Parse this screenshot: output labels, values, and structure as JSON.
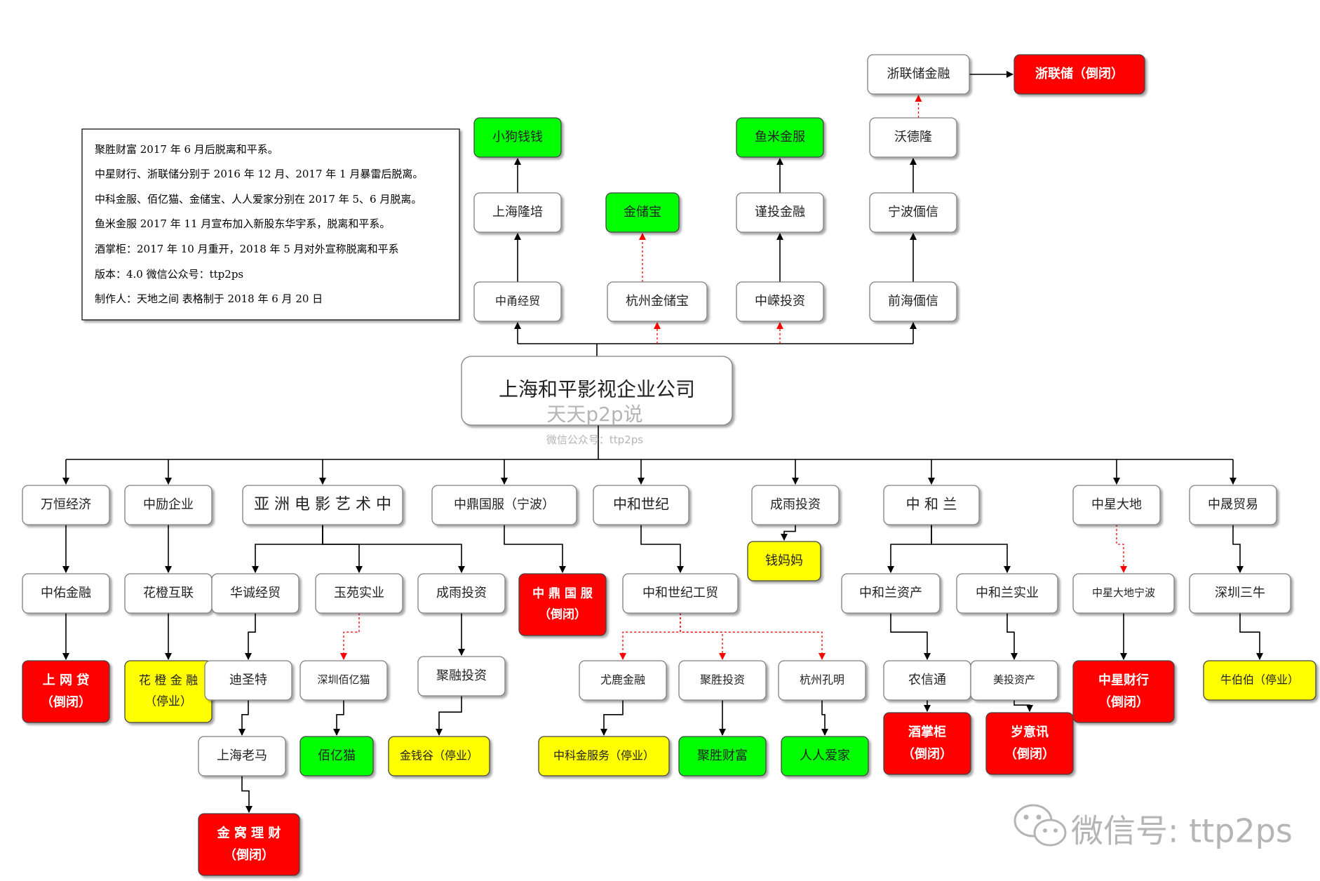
{
  "colors": {
    "red": "#ff0000",
    "green": "#00ff00",
    "yellow": "#ffff00",
    "box_border": "#7f7f7f",
    "dashed_arrow": "#ff0000",
    "watermark": "#b5b5b5"
  },
  "notes": [
    "聚胜财富 2017 年 6 月后脱离和平系。",
    "中星财行、浙联储分别于 2016 年 12 月、2017 年 1 月暴雷后脱离。",
    "中科金服、佰亿猫、金储宝、人人爱家分别在 2017 年 5、6 月脱离。",
    "鱼米金服 2017 年 11 月宣布加入新股东华宇系，脱离和平系。",
    "酒掌柜：2017 年 10 月重开，2018 年 5 月对外宣称脱离和平系",
    "版本：4.0 微信公众号：ttp2ps",
    "制作人：天地之间 表格制于 2018 年 6 月 20 日"
  ],
  "watermark": {
    "center_line1": "天天p2p说",
    "center_line2": "微信公众号：ttp2ps",
    "corner": "微信号: ttp2ps",
    "corner_icon": "wechat-icon"
  },
  "nodes": [
    {
      "id": "root",
      "lines": [
        "上海和平影视企业公司"
      ],
      "status": "root"
    },
    {
      "id": "xiaogou",
      "lines": [
        "小狗钱钱"
      ],
      "status": "green"
    },
    {
      "id": "shlongpei",
      "lines": [
        "上海隆培"
      ],
      "status": "normal"
    },
    {
      "id": "zhongyong",
      "lines": [
        "中甬经贸"
      ],
      "status": "normal"
    },
    {
      "id": "jinchubao",
      "lines": [
        "金储宝"
      ],
      "status": "green"
    },
    {
      "id": "hzjinchubao",
      "lines": [
        "杭州金储宝"
      ],
      "status": "normal"
    },
    {
      "id": "yumi",
      "lines": [
        "鱼米金服"
      ],
      "status": "green"
    },
    {
      "id": "jintou",
      "lines": [
        "谨投金融"
      ],
      "status": "normal"
    },
    {
      "id": "zhongsheng",
      "lines": [
        "中嵘投资"
      ],
      "status": "normal"
    },
    {
      "id": "zhelianchu",
      "lines": [
        "浙联储金融"
      ],
      "status": "normal"
    },
    {
      "id": "zhelianchu2",
      "lines": [
        "浙联储（倒闭）"
      ],
      "status": "red"
    },
    {
      "id": "wodelong",
      "lines": [
        "沃德隆"
      ],
      "status": "normal"
    },
    {
      "id": "nbzhixin",
      "lines": [
        "宁波偭信"
      ],
      "status": "normal"
    },
    {
      "id": "qhzhixin",
      "lines": [
        "前海偭信"
      ],
      "status": "normal"
    },
    {
      "id": "wanheng",
      "lines": [
        "万恒经济"
      ],
      "status": "normal"
    },
    {
      "id": "zhongyou",
      "lines": [
        "中佑金融"
      ],
      "status": "normal"
    },
    {
      "id": "shangwangdai",
      "lines": [
        "上 网 贷",
        "（倒闭）"
      ],
      "status": "red"
    },
    {
      "id": "zhongli",
      "lines": [
        "中励企业"
      ],
      "status": "normal"
    },
    {
      "id": "huacheng",
      "lines": [
        "花橙互联"
      ],
      "status": "normal"
    },
    {
      "id": "huachengjr",
      "lines": [
        "花 橙 金 融",
        "（停业）"
      ],
      "status": "yellow"
    },
    {
      "id": "yazhou",
      "lines": [
        "亚 洲 电 影 艺 术 中"
      ],
      "status": "normal"
    },
    {
      "id": "huacheng_jm",
      "lines": [
        "华诚经贸"
      ],
      "status": "normal"
    },
    {
      "id": "dishengte",
      "lines": [
        "迪圣特"
      ],
      "status": "normal"
    },
    {
      "id": "shlaoma",
      "lines": [
        "上海老马"
      ],
      "status": "normal"
    },
    {
      "id": "jinwo",
      "lines": [
        "金 窝 理 财",
        "（倒闭）"
      ],
      "status": "red"
    },
    {
      "id": "yuyuan",
      "lines": [
        "玉苑实业"
      ],
      "status": "normal"
    },
    {
      "id": "szbaiyimao",
      "lines": [
        "深圳佰亿猫"
      ],
      "status": "normal"
    },
    {
      "id": "baiyimao",
      "lines": [
        "佰亿猫"
      ],
      "status": "green"
    },
    {
      "id": "chengyu1",
      "lines": [
        "成雨投资"
      ],
      "status": "normal"
    },
    {
      "id": "jurong",
      "lines": [
        "聚融投资"
      ],
      "status": "normal"
    },
    {
      "id": "jinqiangu",
      "lines": [
        "金钱谷（停业）"
      ],
      "status": "yellow"
    },
    {
      "id": "zhongding",
      "lines": [
        "中鼎国服（宁波）"
      ],
      "status": "normal"
    },
    {
      "id": "zhongding2",
      "lines": [
        "中 鼎 国 服",
        "（倒闭）"
      ],
      "status": "red"
    },
    {
      "id": "zhonghe",
      "lines": [
        "中和世纪"
      ],
      "status": "normal"
    },
    {
      "id": "zhonghegm",
      "lines": [
        "中和世纪工贸"
      ],
      "status": "normal"
    },
    {
      "id": "youlu",
      "lines": [
        "尤鹿金融"
      ],
      "status": "normal"
    },
    {
      "id": "zhongke",
      "lines": [
        "中科金服务（停业）"
      ],
      "status": "yellow"
    },
    {
      "id": "jushengtz",
      "lines": [
        "聚胜投资"
      ],
      "status": "normal"
    },
    {
      "id": "jushengcf",
      "lines": [
        "聚胜财富"
      ],
      "status": "green"
    },
    {
      "id": "hzkongming",
      "lines": [
        "杭州孔明"
      ],
      "status": "normal"
    },
    {
      "id": "renrenaijia",
      "lines": [
        "人人爱家"
      ],
      "status": "green"
    },
    {
      "id": "chengyu2",
      "lines": [
        "成雨投资"
      ],
      "status": "normal"
    },
    {
      "id": "qianmama",
      "lines": [
        "钱妈妈"
      ],
      "status": "yellow"
    },
    {
      "id": "zhonghelan",
      "lines": [
        "中  和  兰"
      ],
      "status": "normal"
    },
    {
      "id": "zhlzichan",
      "lines": [
        "中和兰资产"
      ],
      "status": "normal"
    },
    {
      "id": "nongxintong",
      "lines": [
        "农信通"
      ],
      "status": "normal"
    },
    {
      "id": "jiuzhanggui",
      "lines": [
        "酒掌柜",
        "（倒闭）"
      ],
      "status": "red"
    },
    {
      "id": "zhlshiye",
      "lines": [
        "中和兰实业"
      ],
      "status": "normal"
    },
    {
      "id": "meitou",
      "lines": [
        "美投资产"
      ],
      "status": "normal"
    },
    {
      "id": "suiyixun",
      "lines": [
        "岁意讯",
        "（倒闭）"
      ],
      "status": "red"
    },
    {
      "id": "zhongxingdd",
      "lines": [
        "中星大地"
      ],
      "status": "normal"
    },
    {
      "id": "zxddnb",
      "lines": [
        "中星大地宁波"
      ],
      "status": "normal"
    },
    {
      "id": "zhongxingcx",
      "lines": [
        "中星财行",
        "（倒闭）"
      ],
      "status": "red"
    },
    {
      "id": "zhongsheng_my",
      "lines": [
        "中晟贸易"
      ],
      "status": "normal"
    },
    {
      "id": "szsanniu",
      "lines": [
        "深圳三牛"
      ],
      "status": "normal"
    },
    {
      "id": "niubobo",
      "lines": [
        "牛伯伯（停业）"
      ],
      "status": "yellow"
    }
  ],
  "edges": [
    {
      "from": "root",
      "to": "zhongyong",
      "style": "solid"
    },
    {
      "from": "root",
      "to": "hzjinchubao",
      "style": "dashed"
    },
    {
      "from": "root",
      "to": "zhongsheng",
      "style": "dashed"
    },
    {
      "from": "root",
      "to": "qhzhixin",
      "style": "solid"
    },
    {
      "from": "zhongyong",
      "to": "shlongpei",
      "style": "solid"
    },
    {
      "from": "shlongpei",
      "to": "xiaogou",
      "style": "solid"
    },
    {
      "from": "hzjinchubao",
      "to": "jinchubao",
      "style": "dashed"
    },
    {
      "from": "zhongsheng",
      "to": "jintou",
      "style": "solid"
    },
    {
      "from": "jintou",
      "to": "yumi",
      "style": "solid"
    },
    {
      "from": "qhzhixin",
      "to": "nbzhixin",
      "style": "solid"
    },
    {
      "from": "nbzhixin",
      "to": "wodelong",
      "style": "solid"
    },
    {
      "from": "wodelong",
      "to": "zhelianchu",
      "style": "dashed"
    },
    {
      "from": "zhelianchu",
      "to": "zhelianchu2",
      "style": "solid"
    },
    {
      "from": "root",
      "to": "wanheng",
      "style": "solid"
    },
    {
      "from": "root",
      "to": "zhongli",
      "style": "solid"
    },
    {
      "from": "root",
      "to": "yazhou",
      "style": "solid"
    },
    {
      "from": "root",
      "to": "zhongding",
      "style": "solid"
    },
    {
      "from": "root",
      "to": "zhonghe",
      "style": "solid"
    },
    {
      "from": "root",
      "to": "chengyu2",
      "style": "solid"
    },
    {
      "from": "root",
      "to": "zhonghelan",
      "style": "solid"
    },
    {
      "from": "root",
      "to": "zhongxingdd",
      "style": "solid"
    },
    {
      "from": "root",
      "to": "zhongsheng_my",
      "style": "solid"
    },
    {
      "from": "wanheng",
      "to": "zhongyou",
      "style": "solid"
    },
    {
      "from": "zhongyou",
      "to": "shangwangdai",
      "style": "solid"
    },
    {
      "from": "zhongli",
      "to": "huacheng",
      "style": "solid"
    },
    {
      "from": "huacheng",
      "to": "huachengjr",
      "style": "solid"
    },
    {
      "from": "yazhou",
      "to": "huacheng_jm",
      "style": "solid"
    },
    {
      "from": "yazhou",
      "to": "yuyuan",
      "style": "solid"
    },
    {
      "from": "yazhou",
      "to": "chengyu1",
      "style": "solid"
    },
    {
      "from": "huacheng_jm",
      "to": "dishengte",
      "style": "solid"
    },
    {
      "from": "dishengte",
      "to": "shlaoma",
      "style": "solid"
    },
    {
      "from": "shlaoma",
      "to": "jinwo",
      "style": "solid"
    },
    {
      "from": "yuyuan",
      "to": "szbaiyimao",
      "style": "dashed"
    },
    {
      "from": "szbaiyimao",
      "to": "baiyimao",
      "style": "solid"
    },
    {
      "from": "chengyu1",
      "to": "jurong",
      "style": "solid"
    },
    {
      "from": "jurong",
      "to": "jinqiangu",
      "style": "solid"
    },
    {
      "from": "zhongding",
      "to": "zhongding2",
      "style": "solid"
    },
    {
      "from": "zhonghe",
      "to": "zhonghegm",
      "style": "solid"
    },
    {
      "from": "zhonghegm",
      "to": "youlu",
      "style": "dashed"
    },
    {
      "from": "zhonghegm",
      "to": "jushengtz",
      "style": "dashed"
    },
    {
      "from": "zhonghegm",
      "to": "hzkongming",
      "style": "dashed"
    },
    {
      "from": "youlu",
      "to": "zhongke",
      "style": "solid"
    },
    {
      "from": "jushengtz",
      "to": "jushengcf",
      "style": "solid"
    },
    {
      "from": "hzkongming",
      "to": "renrenaijia",
      "style": "solid"
    },
    {
      "from": "chengyu2",
      "to": "qianmama",
      "style": "solid"
    },
    {
      "from": "zhonghelan",
      "to": "zhlzichan",
      "style": "solid"
    },
    {
      "from": "zhonghelan",
      "to": "zhlshiye",
      "style": "solid"
    },
    {
      "from": "zhlzichan",
      "to": "nongxintong",
      "style": "solid"
    },
    {
      "from": "nongxintong",
      "to": "jiuzhanggui",
      "style": "solid"
    },
    {
      "from": "zhlshiye",
      "to": "meitou",
      "style": "solid"
    },
    {
      "from": "meitou",
      "to": "suiyixun",
      "style": "solid"
    },
    {
      "from": "zhongxingdd",
      "to": "zxddnb",
      "style": "dashed"
    },
    {
      "from": "zxddnb",
      "to": "zhongxingcx",
      "style": "solid"
    },
    {
      "from": "zhongsheng_my",
      "to": "szsanniu",
      "style": "solid"
    },
    {
      "from": "szsanniu",
      "to": "niubobo",
      "style": "solid"
    }
  ]
}
